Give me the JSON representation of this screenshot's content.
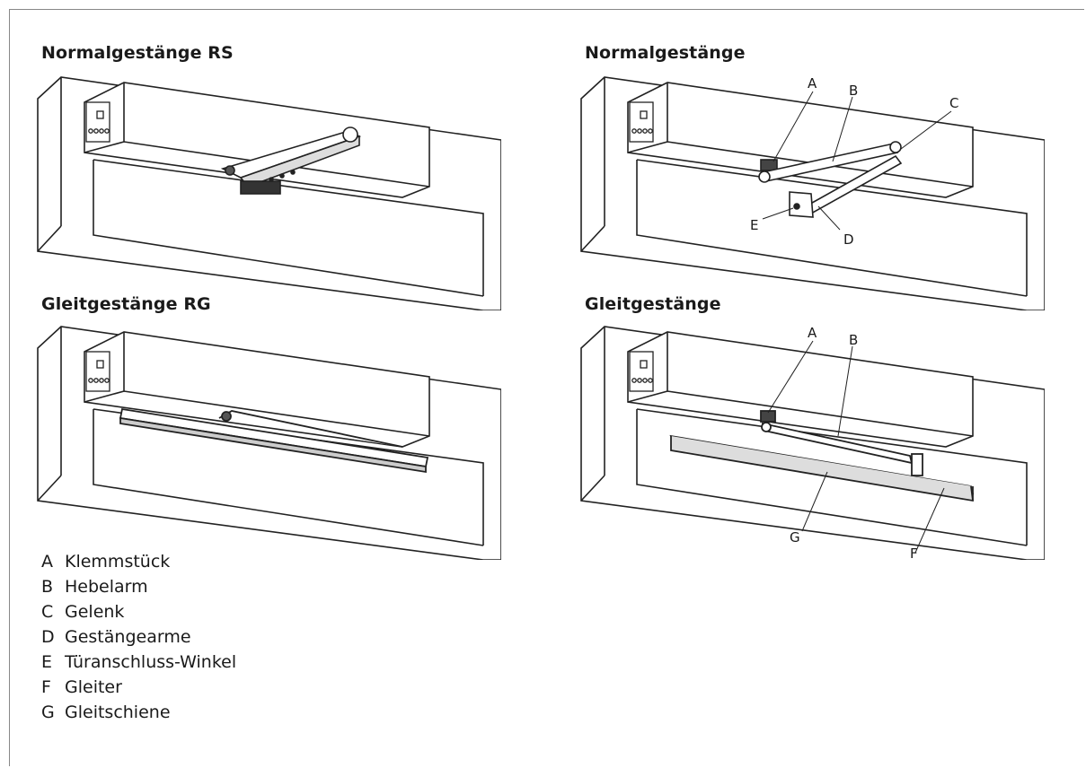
{
  "figures": [
    {
      "heading": "Normalgestänge RS",
      "variant": "normal-rs",
      "callouts": []
    },
    {
      "heading": "Normalgestänge",
      "variant": "normal",
      "callouts": [
        "A",
        "B",
        "C",
        "D",
        "E"
      ]
    },
    {
      "heading": "Gleitgestänge RG",
      "variant": "gleit-rg",
      "callouts": []
    },
    {
      "heading": "Gleitgestänge",
      "variant": "gleit",
      "callouts": [
        "A",
        "B",
        "F",
        "G"
      ]
    }
  ],
  "legend": [
    {
      "key": "A",
      "label": "Klemmstück"
    },
    {
      "key": "B",
      "label": "Hebelarm"
    },
    {
      "key": "C",
      "label": "Gelenk"
    },
    {
      "key": "D",
      "label": "Gestängearme"
    },
    {
      "key": "E",
      "label": "Türanschluss-Winkel"
    },
    {
      "key": "F",
      "label": "Gleiter"
    },
    {
      "key": "G",
      "label": "Gleitschiene"
    }
  ]
}
